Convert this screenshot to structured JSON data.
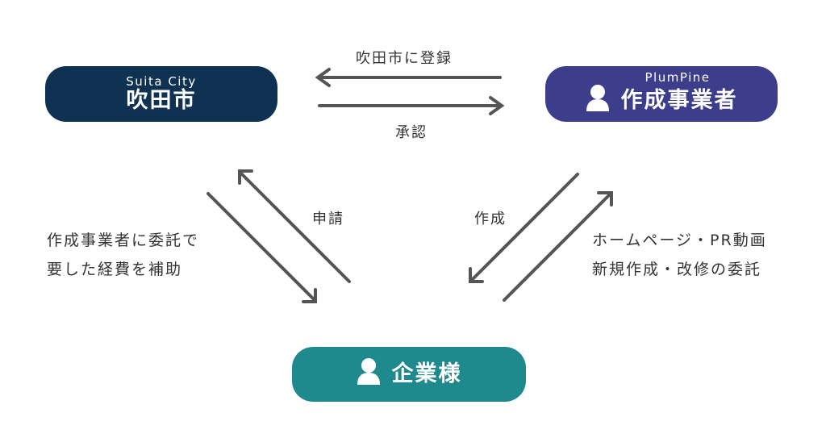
{
  "colors": {
    "suita": "#0f3253",
    "plum": "#3c3e8b",
    "corp": "#1f8a8e",
    "arrow": "#555555",
    "text": "#333333"
  },
  "nodes": {
    "suita": {
      "sub": "Suita City",
      "main": "吹田市"
    },
    "plum": {
      "sub": "PlumPine",
      "main": "作成事業者",
      "icon": "person-icon"
    },
    "corp": {
      "main": "企業様",
      "icon": "person-icon"
    }
  },
  "edges": {
    "register": "吹田市に登録",
    "approve": "承認",
    "apply": "申請",
    "create": "作成"
  },
  "descriptions": {
    "left": [
      "作成事業者に委託で",
      "要した経費を補助"
    ],
    "right": [
      "ホームページ・PR動画",
      "新規作成・改修の委託"
    ]
  }
}
